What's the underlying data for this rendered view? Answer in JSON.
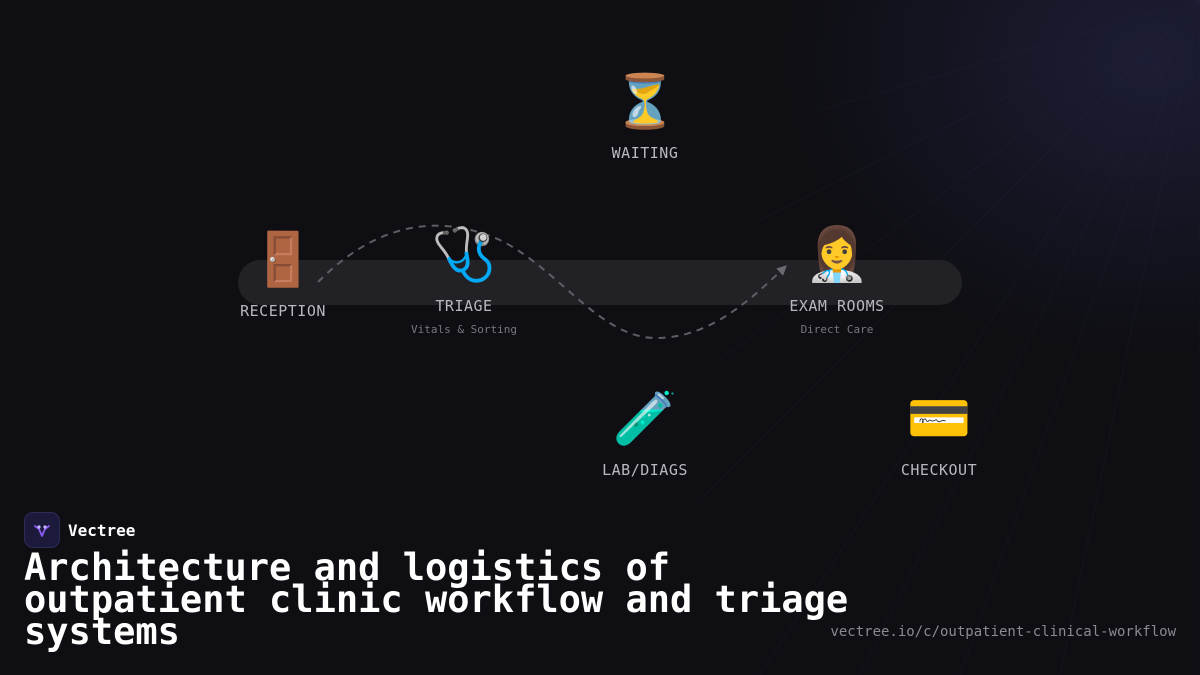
{
  "diagram": {
    "nodes": [
      {
        "id": "reception",
        "icon": "door-icon",
        "emoji": "🚪",
        "label": "RECEPTION",
        "sublabel": ""
      },
      {
        "id": "triage",
        "icon": "stethoscope-icon",
        "emoji": "🩺",
        "label": "TRIAGE",
        "sublabel": "Vitals & Sorting"
      },
      {
        "id": "waiting",
        "icon": "hourglass-icon",
        "emoji": "⏳",
        "label": "WAITING",
        "sublabel": ""
      },
      {
        "id": "exam",
        "icon": "health-worker-icon",
        "emoji": "👩‍⚕️",
        "label": "EXAM ROOMS",
        "sublabel": "Direct Care"
      },
      {
        "id": "lab",
        "icon": "test-tube-icon",
        "emoji": "🧪",
        "label": "LAB/DIAGS",
        "sublabel": ""
      },
      {
        "id": "checkout",
        "icon": "credit-card-icon",
        "emoji": "💳",
        "label": "CHECKOUT",
        "sublabel": ""
      }
    ],
    "flow": {
      "from": "reception",
      "to": "exam",
      "style": "dashed",
      "arrow": true
    }
  },
  "brand": {
    "name": "Vectree",
    "logo_icon": "vectree-logo-icon"
  },
  "headline": "Architecture and logistics of outpatient clinic workflow and triage systems",
  "url": "vectree.io/c/outpatient-clinical-workflow",
  "colors": {
    "background": "#0e0e13",
    "track": "#222226",
    "label": "#b8b8bf",
    "sublabel": "#77777e",
    "flow_line": "#6a6a70",
    "brand_accent": "#8b5cf6"
  }
}
